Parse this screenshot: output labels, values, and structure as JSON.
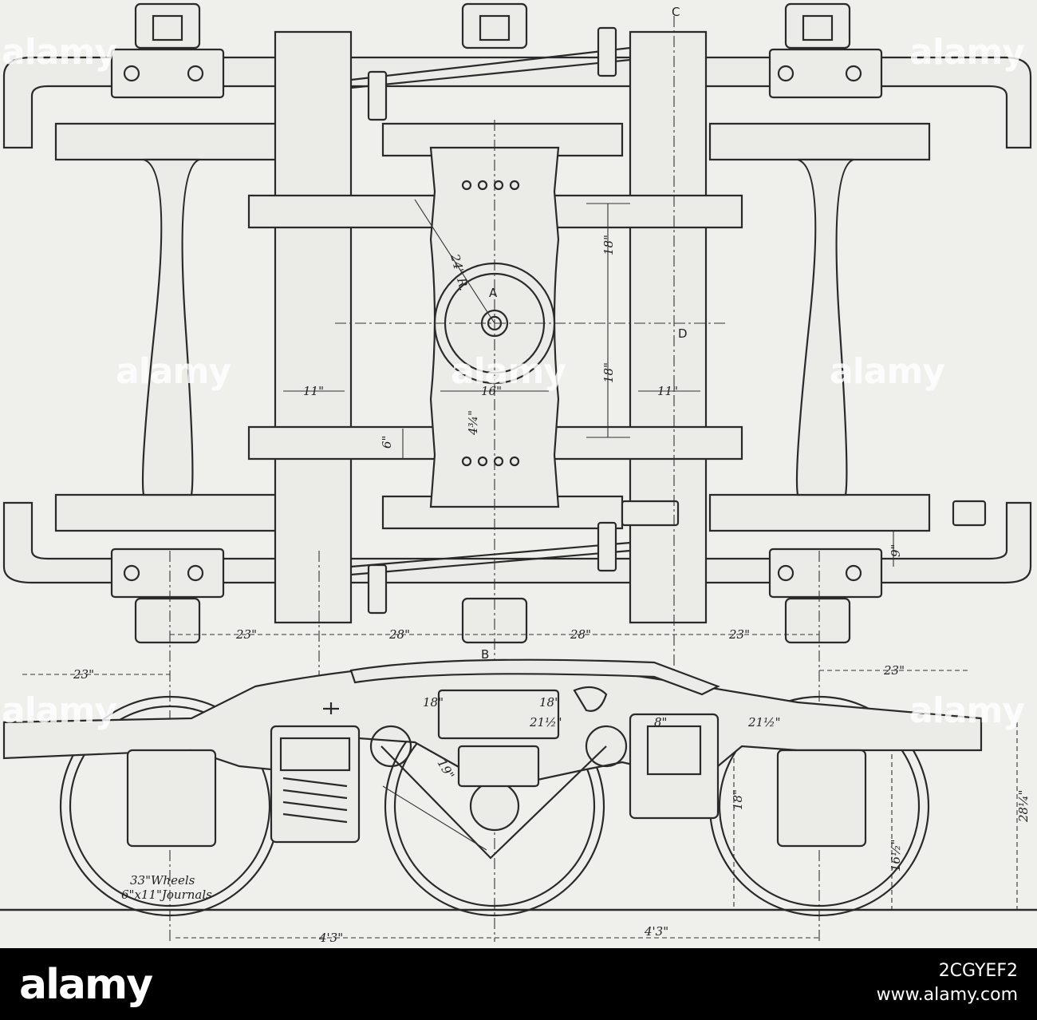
{
  "labels": {
    "point_a": "A",
    "point_b": "B",
    "point_c": "C",
    "point_d": "D",
    "wheels_note_line1": "33\"Wheels",
    "wheels_note_line2": "6\"x11\"Journals"
  },
  "dimensions": {
    "radius": "24\" R.",
    "bolster_half_upper": "18\"",
    "bolster_half_lower": "18\"",
    "left_sill": "11\"",
    "center_plate": "16\"",
    "right_sill": "11\"",
    "spring_plank": "6\"",
    "center_offset": "4¾\"",
    "side_bearing": "9\"",
    "top_left_23": "23\"",
    "top_28_left": "28\"",
    "top_28_right": "28\"",
    "top_right_23": "23\"",
    "side_left_23": "23\"",
    "side_right_23": "23\"",
    "brake_19": "19\"",
    "lower_18_left": "18\"",
    "lower_18_right": "18\"",
    "half_21_left": "21½\"",
    "center_8": "8\"",
    "half_21_right": "21½\"",
    "box_18": "18\"",
    "axle_height": "16½\"",
    "total_height": "28¼\"",
    "wheelbase_left": "4'3\"",
    "wheelbase_right": "4'3\""
  },
  "watermark": {
    "brand": "alamy",
    "image_id": "2CGYEF2",
    "footer_brand": "alamy",
    "footer_site": "www.alamy.com"
  }
}
